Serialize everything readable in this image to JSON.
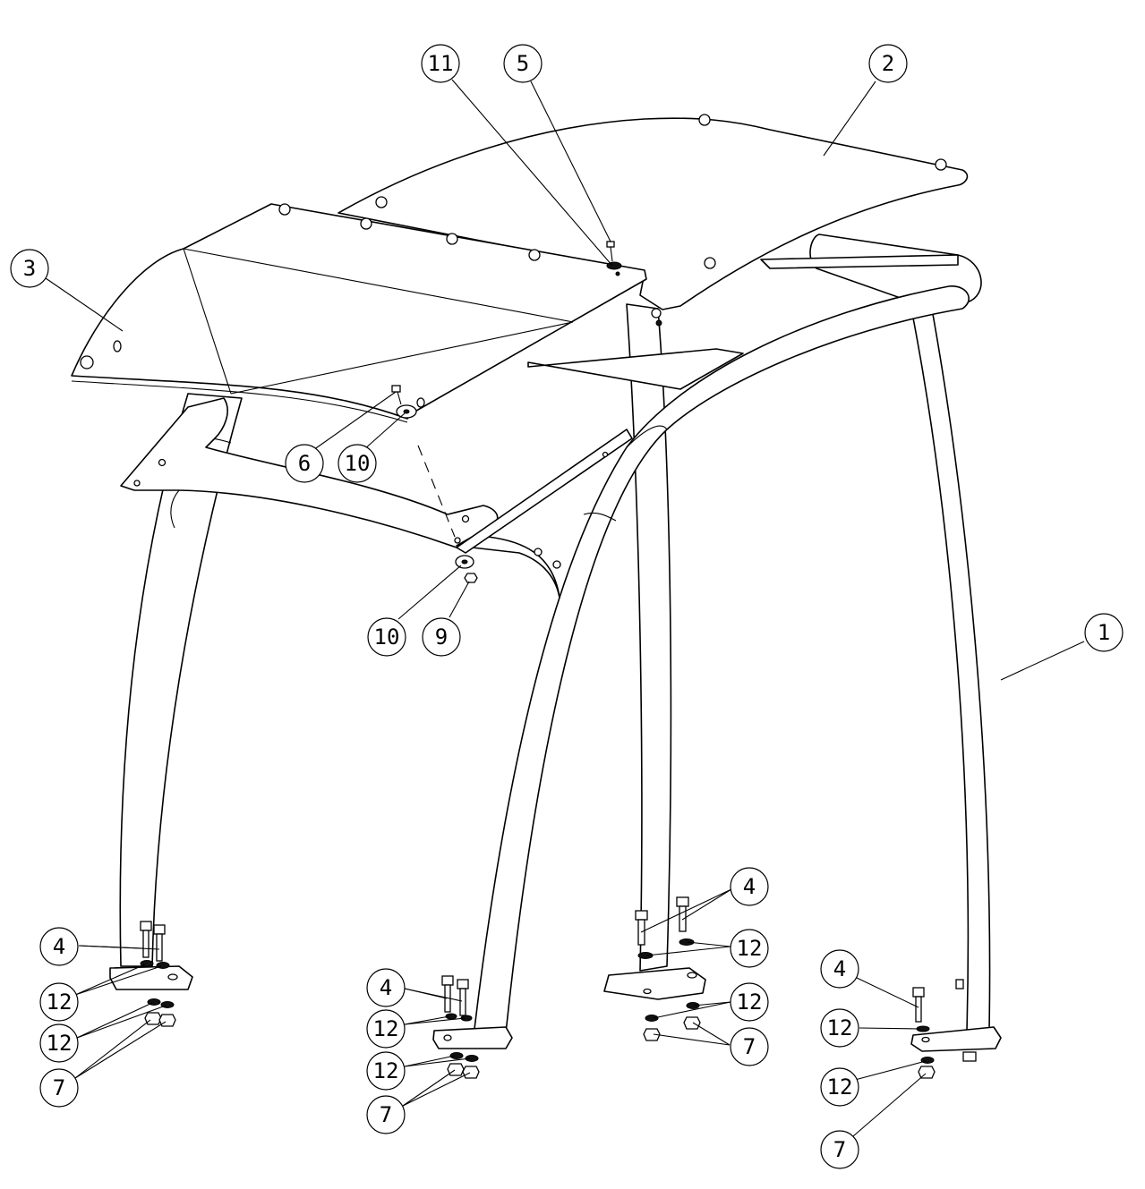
{
  "callouts": [
    {
      "id": "c11",
      "text": "11"
    },
    {
      "id": "c5",
      "text": "5"
    },
    {
      "id": "c2",
      "text": "2"
    },
    {
      "id": "c3",
      "text": "3"
    },
    {
      "id": "c6",
      "text": "6"
    },
    {
      "id": "c10a",
      "text": "10"
    },
    {
      "id": "c10b",
      "text": "10"
    },
    {
      "id": "c9",
      "text": "9"
    },
    {
      "id": "c1",
      "text": "1"
    },
    {
      "id": "c4a",
      "text": "4"
    },
    {
      "id": "c12a",
      "text": "12"
    },
    {
      "id": "c12b",
      "text": "12"
    },
    {
      "id": "c7a",
      "text": "7"
    },
    {
      "id": "c4b",
      "text": "4"
    },
    {
      "id": "c12c",
      "text": "12"
    },
    {
      "id": "c12d",
      "text": "12"
    },
    {
      "id": "c7b",
      "text": "7"
    },
    {
      "id": "c4c",
      "text": "4"
    },
    {
      "id": "c12e",
      "text": "12"
    },
    {
      "id": "c12f",
      "text": "12"
    },
    {
      "id": "c7c",
      "text": "7"
    },
    {
      "id": "c4d",
      "text": "4"
    },
    {
      "id": "c12g",
      "text": "12"
    },
    {
      "id": "c12h",
      "text": "12"
    },
    {
      "id": "c7d",
      "text": "7"
    }
  ]
}
